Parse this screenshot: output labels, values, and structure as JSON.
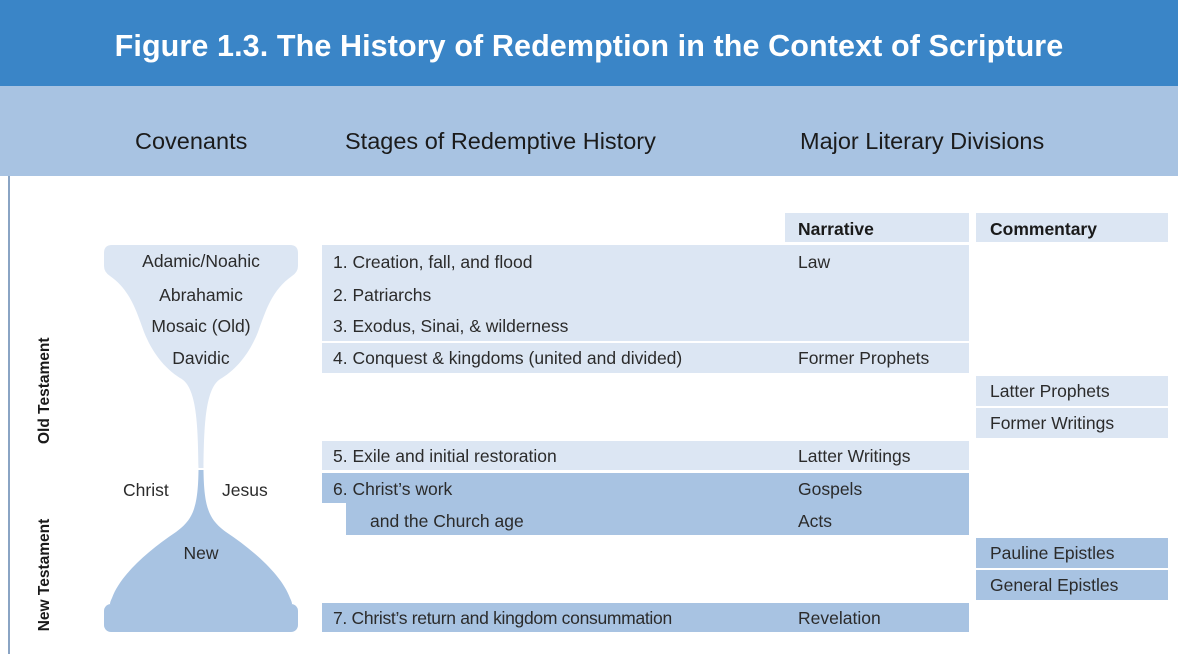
{
  "title": "Figure 1.3. The History of Redemption in the Context of Scripture",
  "headers": {
    "covenants": "Covenants",
    "stages": "Stages of Redemptive History",
    "literary": "Major Literary Divisions"
  },
  "subheaders": {
    "narrative": "Narrative",
    "commentary": "Commentary"
  },
  "testaments": {
    "old": "Old Testament",
    "new": "New Testament"
  },
  "covenants": {
    "adamic": "Adamic/Noahic",
    "abrahamic": "Abrahamic",
    "mosaic": "Mosaic (Old)",
    "davidic": "Davidic",
    "christ": "Christ",
    "jesus": "Jesus",
    "new": "New"
  },
  "stages": [
    "1. Creation, fall, and flood",
    "2. Patriarchs",
    "3. Exodus, Sinai, & wilderness",
    "4. Conquest & kingdoms (united and divided)",
    "5. Exile and initial restoration",
    "6. Christ’s work",
    "and the Church age",
    "7. Christ’s return and kingdom consummation"
  ],
  "narrative": {
    "law": "Law",
    "former_prophets": "Former Prophets",
    "latter_writings": "Latter Writings",
    "gospels": "Gospels",
    "acts": "Acts",
    "revelation": "Revelation"
  },
  "commentary": {
    "latter_prophets": "Latter Prophets",
    "former_writings": "Former Writings",
    "pauline_epistles": "Pauline Epistles",
    "general_epistles": "General Epistles"
  },
  "colors": {
    "title_bar": "#3a85c7",
    "header_band": "#a8c3e2",
    "light_band": "#dce6f3",
    "dark_band": "#a8c3e2",
    "hourglass_light": "#dce6f3",
    "hourglass_dark": "#a8c3e2"
  }
}
